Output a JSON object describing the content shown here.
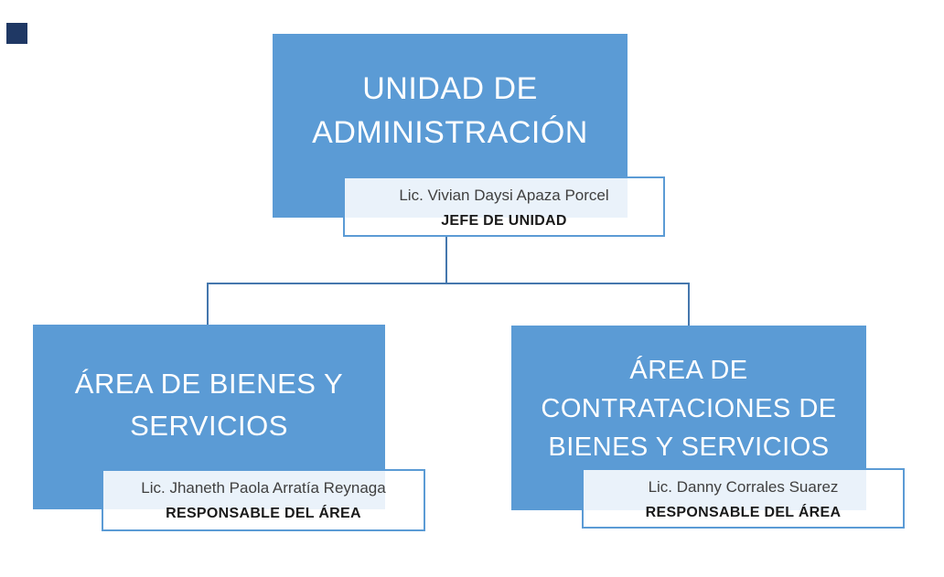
{
  "palette": {
    "box_fill": "#5B9BD5",
    "connector": "#4577AD",
    "label_border": "#5B9BD5",
    "label_fill": "rgba(255,255,255,0.87)",
    "title_text": "#FFFFFF",
    "name_text": "#404040",
    "role_text": "#1A1A1A",
    "corner_square": "#1F3864",
    "background": "#FFFFFF"
  },
  "org_chart": {
    "root": {
      "title": "UNIDAD DE ADMINISTRACIÓN",
      "title_lines": [
        "UNIDAD DE",
        "ADMINISTRACIÓN"
      ],
      "name": "Lic. Vivian Daysi Apaza Porcel",
      "role": "JEFE DE UNIDAD"
    },
    "children": [
      {
        "title": "ÁREA DE BIENES Y SERVICIOS",
        "title_lines": [
          "ÁREA DE BIENES Y",
          "SERVICIOS"
        ],
        "name": "Lic. Jhaneth Paola Arratía Reynaga",
        "role": "RESPONSABLE DEL ÁREA"
      },
      {
        "title": "ÁREA DE CONTRATACIONES DE BIENES Y SERVICIOS",
        "title_lines": [
          "ÁREA DE",
          "CONTRATACIONES DE",
          "BIENES Y SERVICIOS"
        ],
        "name": "Lic. Danny Corrales Suarez",
        "role": "RESPONSABLE DEL ÁREA"
      }
    ]
  }
}
